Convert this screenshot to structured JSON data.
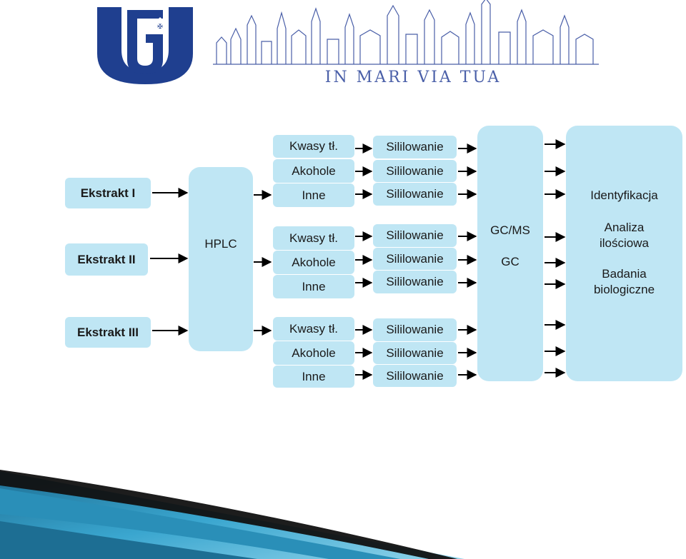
{
  "header": {
    "motto": "IN MARI VIA TUA",
    "colors": {
      "emblem_blue": "#1f3f8f",
      "sketch_blue": "#4a5fa8"
    }
  },
  "extracts": [
    {
      "label": "Ekstrakt I"
    },
    {
      "label": "Ekstrakt II"
    },
    {
      "label": "Ekstrakt III"
    }
  ],
  "hplc": {
    "label": "HPLC"
  },
  "fractions": {
    "group1": [
      "Kwasy tł.",
      "Akohole",
      "Inne"
    ],
    "group2": [
      "Kwasy tł.",
      "Akohole",
      "Inne"
    ],
    "group3": [
      "Kwasy tł.",
      "Akohole",
      "Inne"
    ]
  },
  "silylation": {
    "group1": [
      "Sililowanie",
      "Sililowanie",
      "Sililowanie"
    ],
    "group2": [
      "Sililowanie",
      "Sililowanie",
      "Sililowanie"
    ],
    "group3": [
      "Sililowanie",
      "Sililowanie",
      "Sililowanie"
    ]
  },
  "analysis": {
    "gcms": "GC/MS",
    "gc": "GC"
  },
  "results": {
    "identification": "Identyfikacja",
    "quantitative": [
      "Analiza",
      "ilościowa"
    ],
    "biological": [
      "Badania",
      "biologiczne"
    ]
  },
  "colors": {
    "box_fill": "#bfe6f4",
    "arrow": "#000000",
    "sweep_dark": "#111111",
    "sweep_blue": "#2a8fb8"
  }
}
